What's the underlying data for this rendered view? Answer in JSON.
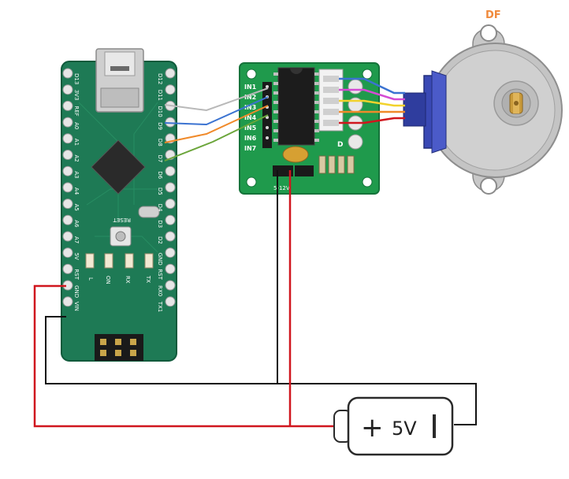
{
  "motor": {
    "label": "DF",
    "label_color": "#F08A3C"
  },
  "driver_board": {
    "inputs": [
      "IN1",
      "IN2",
      "IN3",
      "IN4",
      "IN5",
      "IN6",
      "IN7"
    ],
    "power_label": "5-12V",
    "d_label": "D"
  },
  "arduino": {
    "left_pin_labels": [
      "D13",
      "3V3",
      "REF",
      "A0",
      "A1",
      "A2",
      "A3",
      "A4",
      "A5",
      "A6",
      "A7",
      "5V",
      "RST",
      "GND",
      "VIN"
    ],
    "right_pin_labels": [
      "D12",
      "D11",
      "D10",
      "D9",
      "D8",
      "D7",
      "D6",
      "D5",
      "D4",
      "D3",
      "D2",
      "GND",
      "RST",
      "RX0",
      "TX1"
    ],
    "reset_label": "RESET",
    "led_labels": [
      "L",
      "ON",
      "RX",
      "TX"
    ]
  },
  "battery": {
    "plus": "+",
    "voltage": "5V"
  },
  "colors": {
    "pcb_green": "#1E7A55",
    "driver_green": "#1F9A4C",
    "wire_red": "#D0161E",
    "wire_black": "#111111",
    "wire_gray": "#B9B9B9",
    "wire_blue": "#3B73D1",
    "wire_orange": "#F08A2A",
    "wire_green": "#6BA53A",
    "wire_pink": "#D44BD3",
    "wire_yellow": "#F2D22C",
    "motor_blue": "#3A49B5"
  }
}
